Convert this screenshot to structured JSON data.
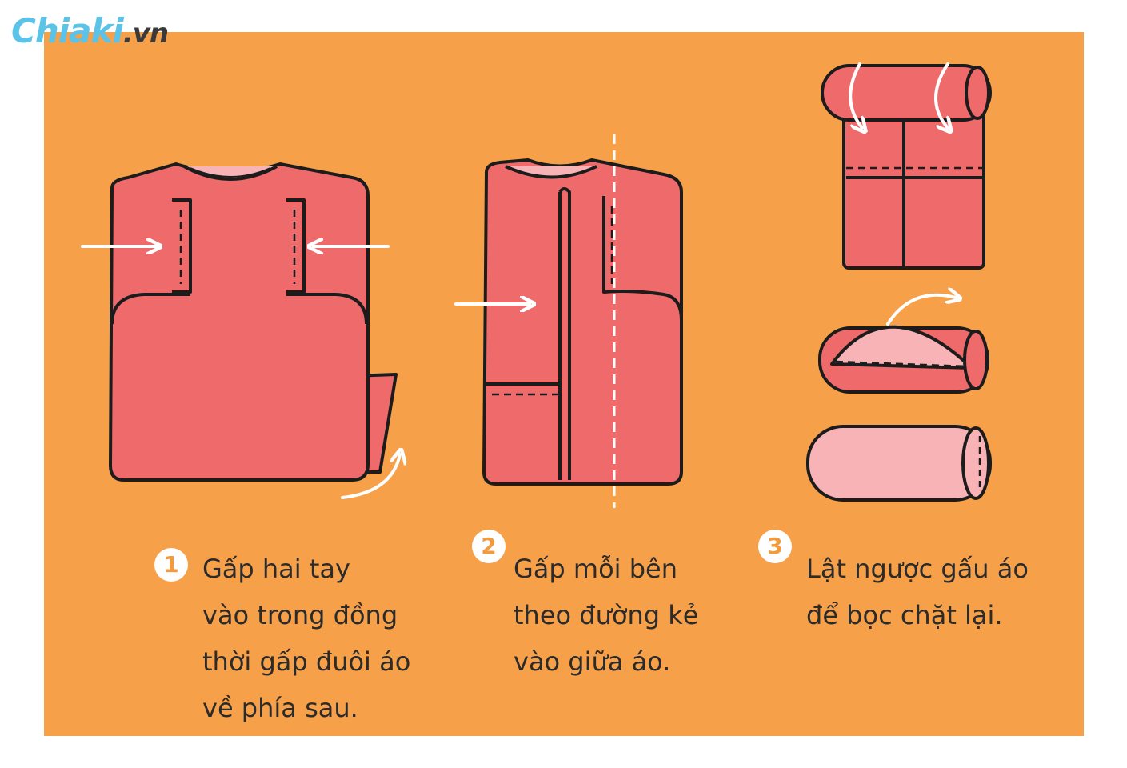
{
  "logo": {
    "brand": "Chiaki",
    "tld": ".vn"
  },
  "colors": {
    "panel": "#f7a04a",
    "shirt": "#ee6a6b",
    "shirt_inner": "#f7b3b6",
    "outline": "#1c1c1c",
    "arrow": "#ffffff",
    "badge_text": "#f39a3c"
  },
  "icons": [
    "arrow-right-icon",
    "arrow-left-icon",
    "curved-arrow-icon",
    "dashed-fold-line"
  ],
  "steps": [
    {
      "number": "1",
      "lines": [
        "Gấp hai tay",
        "vào trong đồng",
        "thời gấp đuôi áo",
        "về phía sau."
      ]
    },
    {
      "number": "2",
      "lines": [
        "Gấp mỗi bên",
        "theo đường kẻ",
        "vào giữa áo."
      ]
    },
    {
      "number": "3",
      "lines": [
        "Lật ngược gấu áo",
        "để bọc chặt lại."
      ]
    }
  ]
}
